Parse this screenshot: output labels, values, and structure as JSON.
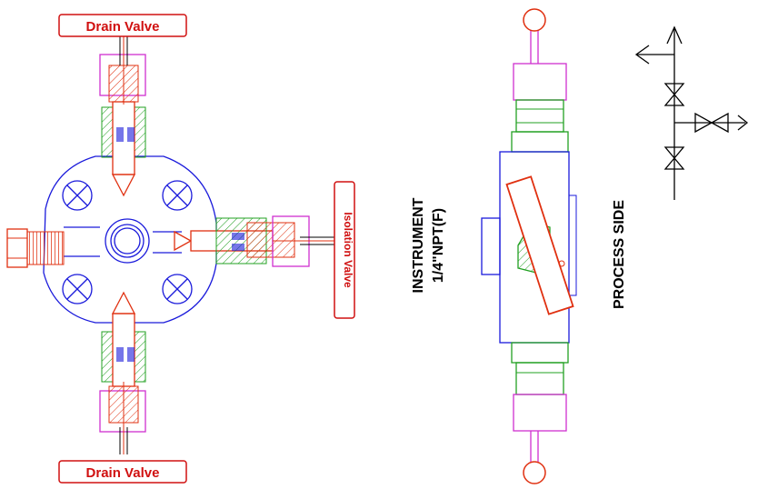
{
  "labels": {
    "drain_top": "Drain Valve",
    "drain_bottom": "Drain Valve",
    "isolation": "Isolation Valve",
    "instrument_line1": "INSTRUMENT",
    "instrument_line2": "1/4\"NPT(F)",
    "process_side": "PROCESS SIDE"
  },
  "colors": {
    "body": "#1a1adb",
    "bonnet": "#22a022",
    "stem": "#e03010",
    "cap": "#d030d0",
    "label_red": "#d01010",
    "ink": "#000000"
  }
}
